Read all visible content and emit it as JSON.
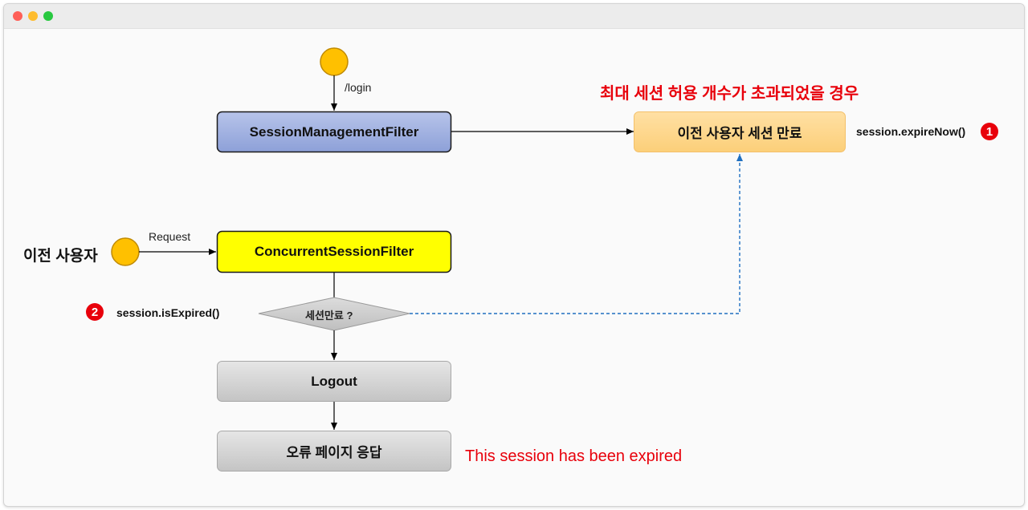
{
  "diagram": {
    "login_label": "/login",
    "request_label": "Request",
    "session_mgmt_filter": "SessionManagementFilter",
    "concurrent_filter": "ConcurrentSessionFilter",
    "expire_box": "이전 사용자 세션 만료",
    "max_session_note": "최대 세션 허용 개수가 초과되었을 경우",
    "expire_now": "session.expireNow()",
    "badge1": "1",
    "prev_user": "이전 사용자",
    "badge2": "2",
    "is_expired": "session.isExpired()",
    "decision": "세션만료 ?",
    "logout": "Logout",
    "error_response": "오류 페이지 응답",
    "expired_message": "This session has been expired"
  }
}
